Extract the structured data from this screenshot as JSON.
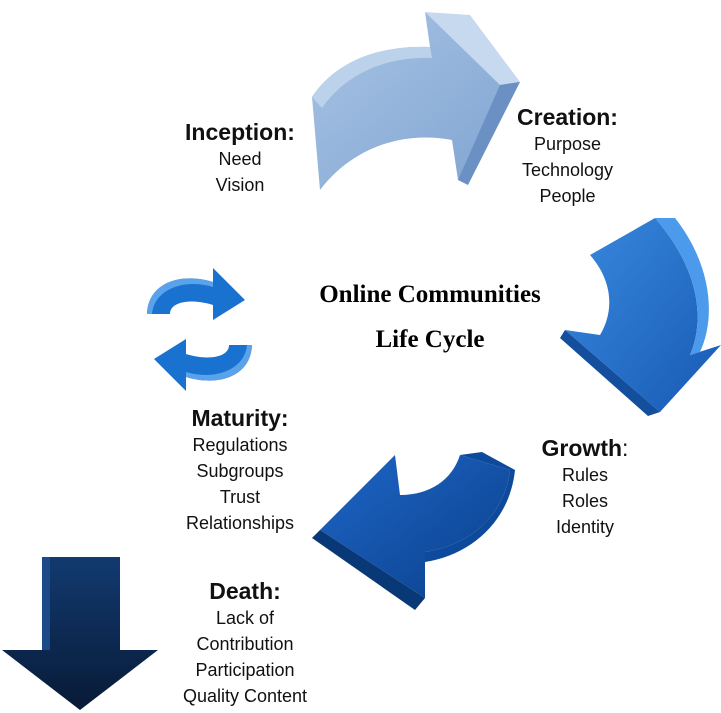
{
  "title": {
    "line1": "Online Communities",
    "line2": "Life Cycle"
  },
  "stages": {
    "inception": {
      "heading": "Inception:",
      "items": [
        "Need",
        "Vision"
      ]
    },
    "creation": {
      "heading": "Creation:",
      "items": [
        "Purpose",
        "Technology",
        "People"
      ]
    },
    "growth": {
      "heading": "Growth",
      "heading_suffix": ":",
      "items": [
        "Rules",
        "Roles",
        "Identity"
      ]
    },
    "maturity": {
      "heading": "Maturity:",
      "items": [
        "Regulations",
        "Subgroups",
        "Trust",
        "Relationships"
      ]
    },
    "death": {
      "heading": "Death:",
      "items": [
        "Lack of",
        "Contribution",
        "Participation",
        "Quality Content"
      ]
    }
  },
  "icons": {
    "arrow_inception_creation": "curved-arrow-icon",
    "arrow_creation_growth": "curved-arrow-icon",
    "arrow_growth_maturity": "curved-arrow-icon",
    "arrow_death": "down-arrow-icon",
    "cycle": "refresh-cycle-icon"
  },
  "colors": {
    "arrow_light": "#8fb0d8",
    "arrow_medium": "#1f66c1",
    "arrow_dark": "#0a4fa8",
    "arrow_death": "#0c2448",
    "cycle_icon": "#1a72d0"
  }
}
